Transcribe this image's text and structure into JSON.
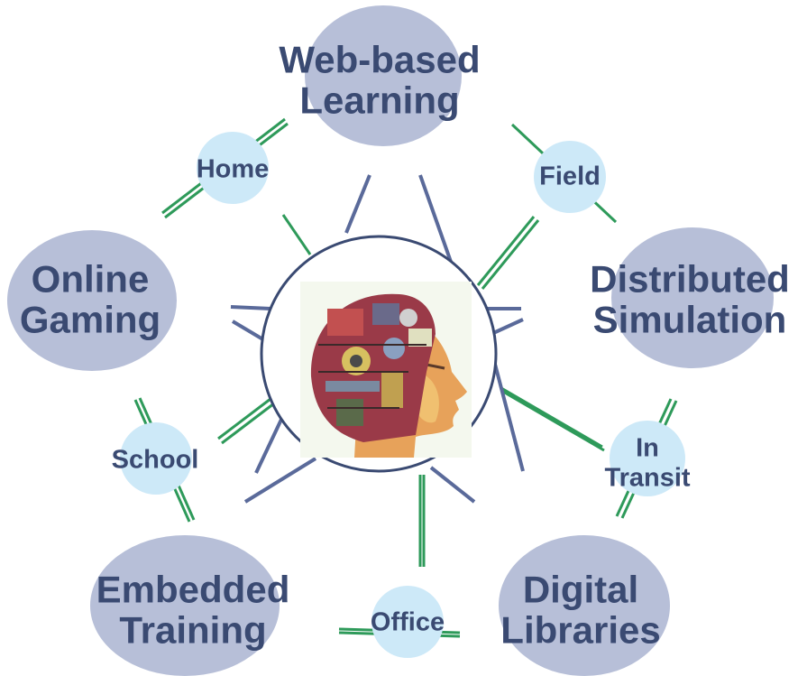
{
  "colors": {
    "big_node_fill": "#b7bfd8",
    "small_node_fill": "#cde9f8",
    "text": "#3a4a72",
    "blue_spoke": "#5a6a9a",
    "green_spoke": "#2e9a5a",
    "center_circle_stroke": "#3a4a72"
  },
  "center": {
    "image": "head-with-machine-brain",
    "icon": "brain-machine-head-icon"
  },
  "nodes": {
    "web_based_learning": {
      "line1": "Web-based",
      "line2": "Learning"
    },
    "online_gaming": {
      "line1": "Online",
      "line2": "Gaming"
    },
    "distributed_simulation": {
      "line1": "Distributed",
      "line2": "Simulation"
    },
    "embedded_training": {
      "line1": "Embedded",
      "line2": "Training"
    },
    "digital_libraries": {
      "line1": "Digital",
      "line2": "Libraries"
    }
  },
  "contexts": {
    "home": "Home",
    "field": "Field",
    "school": "School",
    "in_transit_line1": "In",
    "in_transit_line2": "Transit",
    "office": "Office"
  }
}
